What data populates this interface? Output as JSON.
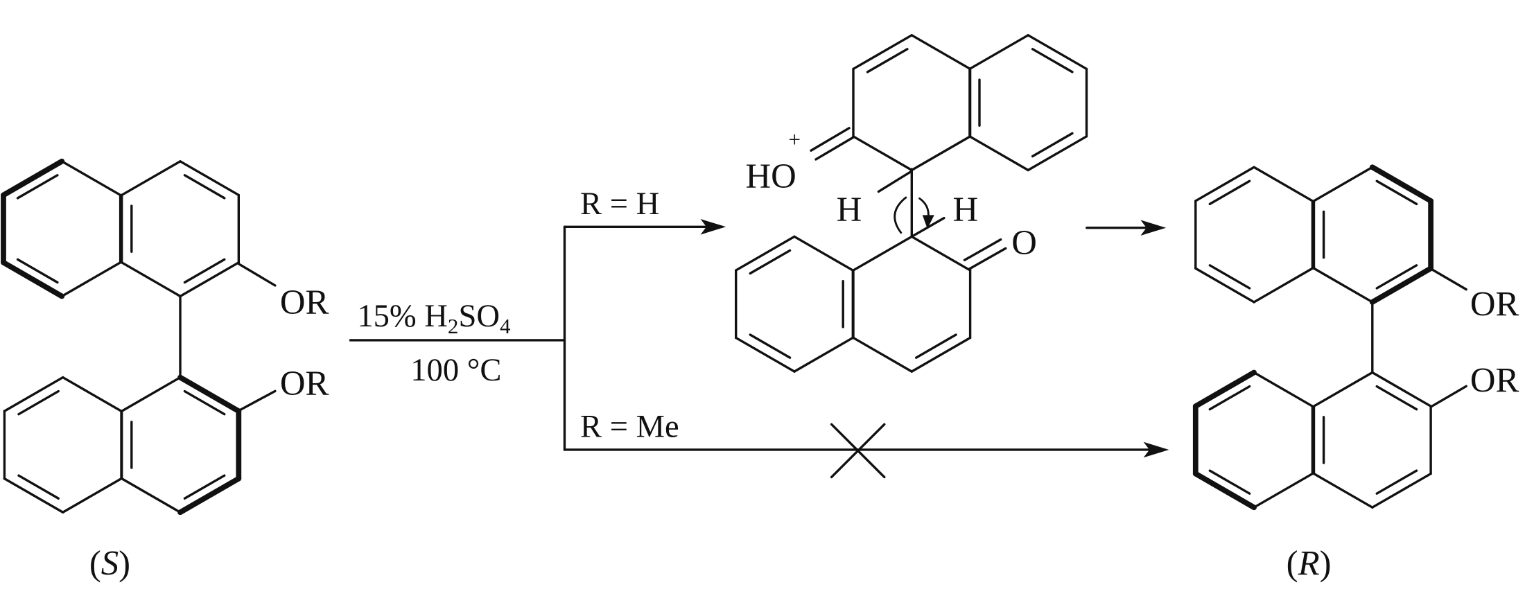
{
  "reactant": {
    "label_open": "(",
    "label_letter": "S",
    "label_close": ")",
    "substituent_top": "OR",
    "substituent_bottom": "OR"
  },
  "conditions": {
    "reagent_parts": [
      "15% H",
      "2",
      "SO",
      "4"
    ],
    "temperature": "100 °C"
  },
  "branch_upper": {
    "label": "R = H"
  },
  "branch_lower": {
    "label": "R = Me",
    "blocked": true
  },
  "intermediate": {
    "oxonium": "HO",
    "charge": "+",
    "h_left": "H",
    "h_right": "H",
    "ketone_o": "O"
  },
  "product": {
    "label_open": "(",
    "label_letter": "R",
    "label_close": ")",
    "substituent_top": "OR",
    "substituent_bottom": "OR"
  },
  "colors": {
    "ink": "#111111",
    "background": "#ffffff"
  }
}
